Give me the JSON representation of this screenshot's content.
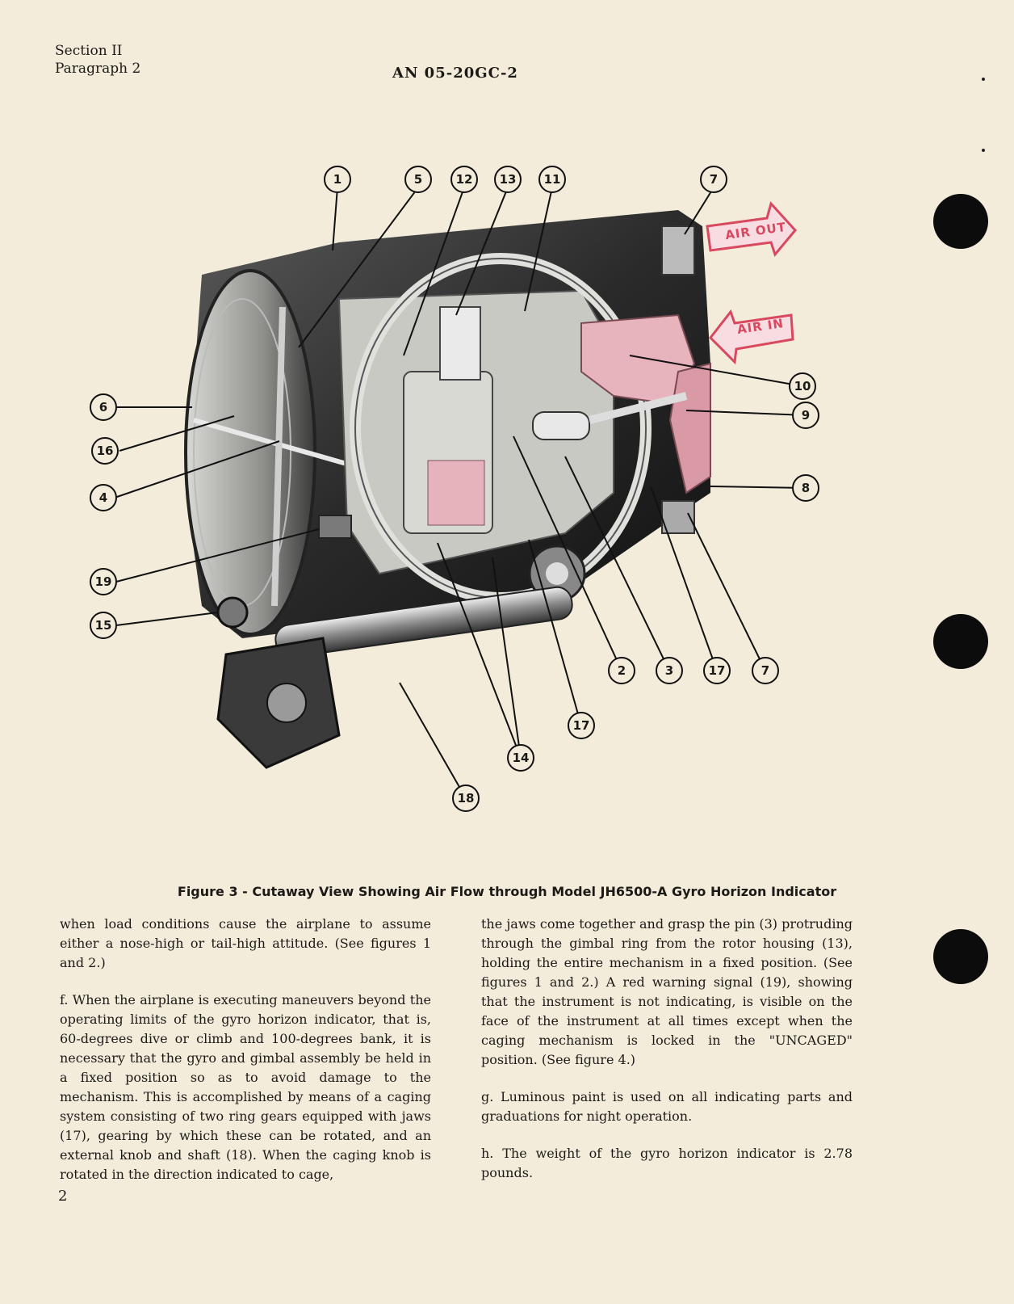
{
  "header": {
    "section": "Section II",
    "paragraph": "Paragraph 2",
    "doc_number": "AN 05-20GC-2"
  },
  "figure": {
    "air_out": "AIR OUT",
    "air_in": "AIR IN",
    "callouts": [
      "1",
      "5",
      "12",
      "13",
      "11",
      "7",
      "10",
      "9",
      "8",
      "6",
      "16",
      "4",
      "19",
      "15",
      "2",
      "3",
      "17",
      "7",
      "17",
      "14",
      "18"
    ],
    "caption": "Figure 3 - Cutaway View Showing Air Flow through Model JH6500-A Gyro Horizon Indicator"
  },
  "text": {
    "left": [
      "when load conditions cause the airplane to assume either a nose-high or tail-high attitude. (See figures 1 and 2.)",
      "f. When the airplane is executing maneuvers beyond the operating limits of the gyro horizon indicator, that is, 60-degrees dive or climb and 100-degrees bank, it is necessary that the gyro and gimbal assembly be held in a fixed position so as to avoid damage to the mechanism. This is accomplished by means of a caging system consisting of two ring gears equipped with jaws (17), gearing by which these can be rotated, and an external knob and shaft (18). When the caging knob is rotated in the direction indicated to cage,"
    ],
    "right": [
      "the jaws come together and grasp the pin (3) protruding through the gimbal ring from the rotor housing (13), holding the entire mechanism in a fixed position. (See figures 1 and 2.) A red warning signal (19), showing that the instrument is not indicating, is visible on the face of the instrument at all times except when the caging mechanism is locked in the \"UNCAGED\" position. (See figure 4.)",
      "g. Luminous paint is used on all indicating parts and graduations for night operation.",
      "h. The weight of the gyro horizon indicator is 2.78 pounds."
    ]
  },
  "page_number": "2"
}
